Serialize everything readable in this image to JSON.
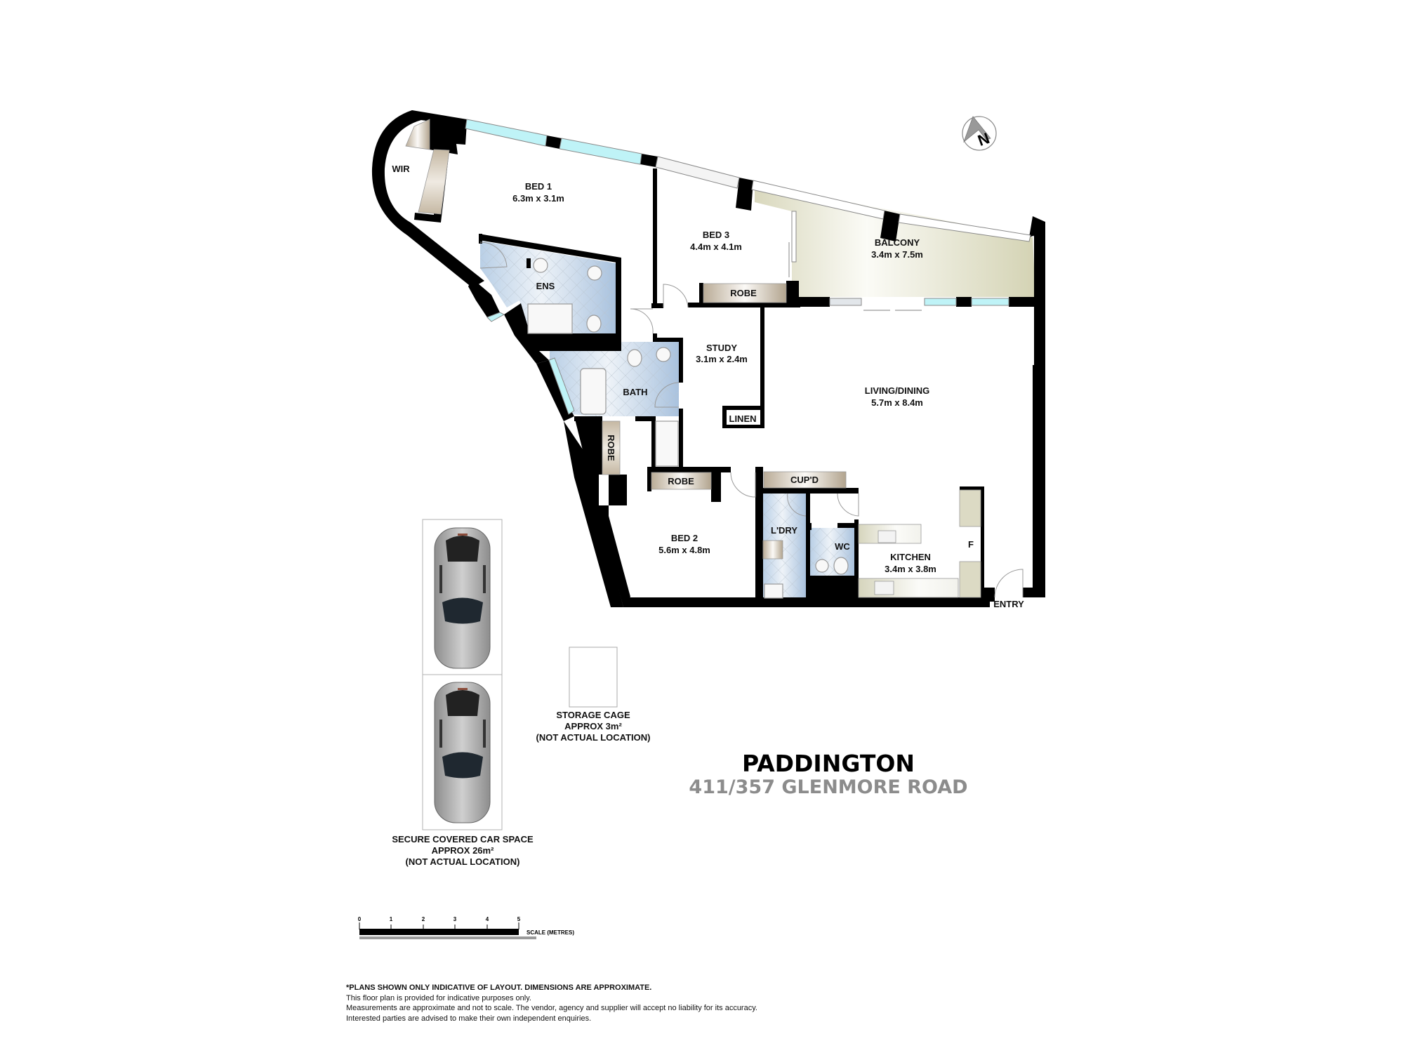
{
  "property": {
    "suburb": "PADDINGTON",
    "address": "411/357 GLENMORE ROAD"
  },
  "compass": {
    "label": "N"
  },
  "rooms": {
    "wir": {
      "name": "WIR"
    },
    "bed1": {
      "name": "BED 1",
      "dims": "6.3m x 3.1m"
    },
    "bed3": {
      "name": "BED 3",
      "dims": "4.4m x 4.1m"
    },
    "balcony": {
      "name": "BALCONY",
      "dims": "3.4m x 7.5m"
    },
    "ens": {
      "name": "ENS"
    },
    "robe_bed3": {
      "name": "ROBE"
    },
    "study": {
      "name": "STUDY",
      "dims": "3.1m x 2.4m"
    },
    "bath": {
      "name": "BATH"
    },
    "linen": {
      "name": "LINEN"
    },
    "living": {
      "name": "LIVING/DINING",
      "dims": "5.7m x 8.4m"
    },
    "robe_vertical": {
      "name": "ROBE"
    },
    "robe_bed2": {
      "name": "ROBE"
    },
    "cupd": {
      "name": "CUP'D"
    },
    "ldry": {
      "name": "L'DRY"
    },
    "wc": {
      "name": "WC"
    },
    "fridge": {
      "name": "F"
    },
    "kitchen": {
      "name": "KITCHEN",
      "dims": "3.4m x 3.8m"
    },
    "bed2": {
      "name": "BED 2",
      "dims": "5.6m x 4.8m"
    },
    "entry": {
      "name": "ENTRY"
    }
  },
  "car_space": {
    "line1": "SECURE COVERED CAR SPACE",
    "line2": "APPROX 26m²",
    "line3": "(NOT ACTUAL LOCATION)"
  },
  "storage_cage": {
    "line1": "STORAGE CAGE",
    "line2": "APPROX 3m²",
    "line3": "(NOT ACTUAL LOCATION)"
  },
  "scale_bar": {
    "ticks": [
      "0",
      "1",
      "2",
      "3",
      "4",
      "5"
    ],
    "label": "SCALE (METRES)"
  },
  "disclaimer": {
    "heading": "*PLANS SHOWN ONLY INDICATIVE OF LAYOUT. DIMENSIONS ARE APPROXIMATE.",
    "line1": "This floor plan is provided for indicative purposes only.",
    "line2": "Measurements are approximate and not to scale. The vendor, agency and supplier will accept no liability for its accuracy.",
    "line3": "Interested parties are advised to make their own independent enquiries."
  },
  "colors": {
    "wall": "#000000",
    "glass": "#bff3f7",
    "wet_area": "#c9d9ea",
    "balcony": "#e4e3cf",
    "robe": "#c8bba8",
    "address": "#8c8c8c"
  }
}
